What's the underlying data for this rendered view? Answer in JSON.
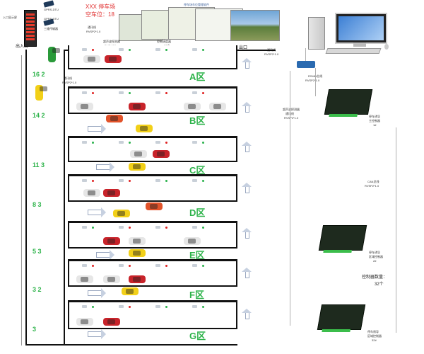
{
  "header": {
    "entrance_display": "入口显示屏",
    "gprs_dtu_1": "GPRS-DTU",
    "gprs_dtu_2": "GPRS-DTU",
    "wireless_module": "三维传输器",
    "lot_name": "XXX 停车场",
    "vacancy": "空车位：18",
    "software_title": "停车场车位管理软件",
    "entrance": "出入口",
    "exit": "出口"
  },
  "bus_labels": {
    "comm_line_top": "通讯线",
    "comm_spec_top": "RVSP2*1.0",
    "ultrasonic": "超声波探测器",
    "ultrasonic_model": "DUE-110",
    "control_box": "控制调度器",
    "control_count": "x32个",
    "exit_comm": "通讯线",
    "exit_spec": "RVSP2*1.0",
    "rs485": "RS485总线",
    "rs485_spec": "RVSP2*1.0",
    "row_comm": "通讯线",
    "row_spec": "RVSP2*1.0",
    "mid_ultrasonic": "超声波探测器",
    "mid_comm": "通讯线",
    "mid_spec": "RVSP2*1.0",
    "can_bus": "CAN总线",
    "can_spec": "RVSP2*1.0"
  },
  "controllers": [
    {
      "name": "停车诱导",
      "role": "主控制器",
      "id": "1#"
    },
    {
      "name": "停车诱导",
      "role": "区域控制器",
      "id": "2#"
    },
    {
      "name": "停车诱导",
      "role": "区域控制器",
      "id": "32#"
    }
  ],
  "controller_count": "控制器数量：",
  "controller_count_value": "32个",
  "zones": [
    {
      "label": "A区"
    },
    {
      "label": "B区"
    },
    {
      "label": "C区"
    },
    {
      "label": "D区"
    },
    {
      "label": "E区"
    },
    {
      "label": "F区"
    },
    {
      "label": "G区"
    }
  ],
  "counts": [
    {
      "a": "16",
      "b": "2"
    },
    {
      "a": "14",
      "b": "2"
    },
    {
      "a": "11",
      "b": "3"
    },
    {
      "a": "8",
      "b": "3"
    },
    {
      "a": "5",
      "b": "3"
    },
    {
      "a": "3",
      "b": "2"
    },
    {
      "a": "3",
      "b": ""
    }
  ],
  "colors": {
    "accent_green": "#2db34a",
    "led_red": "#e02020",
    "led_green": "#2ab24c",
    "car_red": "#c8232a",
    "car_yellow": "#f2d018",
    "car_white": "#e6e6e6"
  }
}
